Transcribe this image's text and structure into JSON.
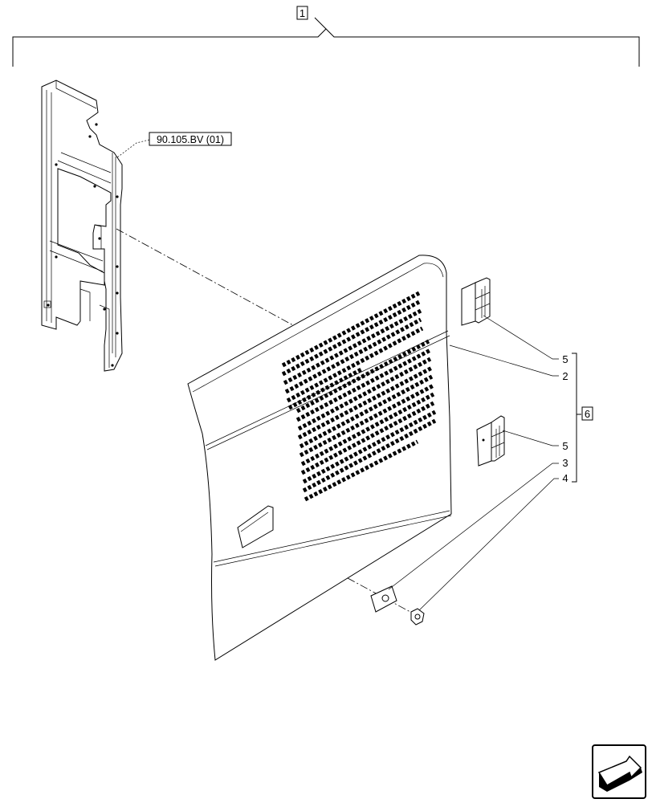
{
  "callouts": {
    "assembly": "1",
    "reference": "90.105.BV (01)",
    "kit": "6",
    "hinge_upper": "5",
    "panel": "2",
    "hinge_lower": "5",
    "latch_plate": "3",
    "screw": "4"
  },
  "nav": {
    "icon": "next-page-arrow-icon"
  }
}
